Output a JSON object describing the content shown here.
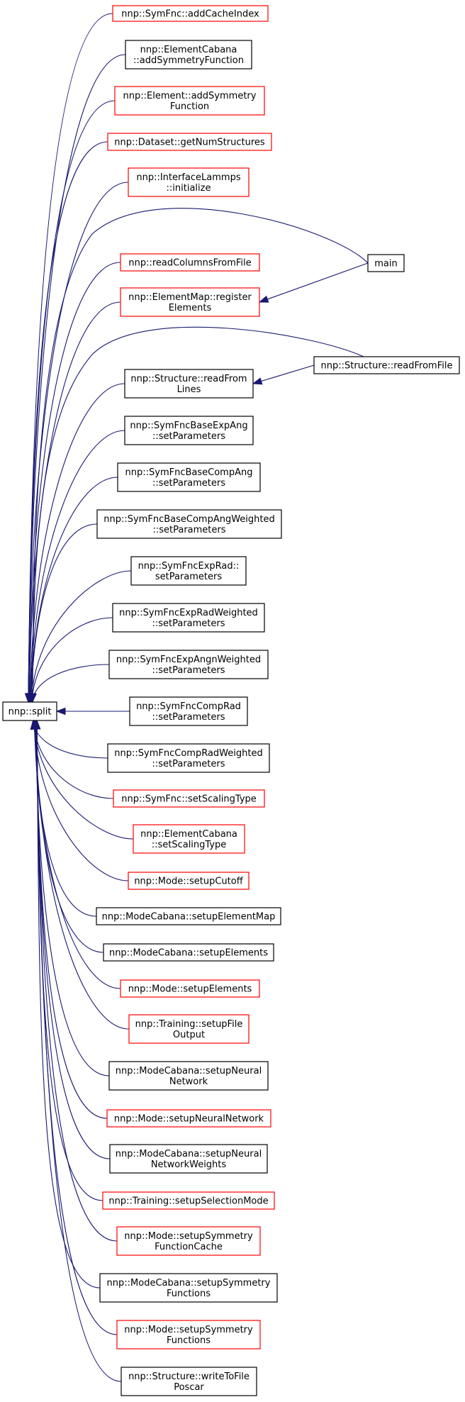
{
  "colors": {
    "edge": "#191970",
    "red_border": "#ff0000",
    "black_border": "#000000",
    "root_fill": "#bfbfbf"
  },
  "root": {
    "id": "split",
    "label": "nnp::split"
  },
  "nodes": [
    {
      "id": "addCacheIndex",
      "lines": [
        "nnp::SymFnc::addCacheIndex"
      ],
      "border": "red"
    },
    {
      "id": "ec_addSymmetryFunction",
      "lines": [
        "nnp::ElementCabana",
        "::addSymmetryFunction"
      ],
      "border": "black"
    },
    {
      "id": "el_addSymmetryFunction",
      "lines": [
        "nnp::Element::addSymmetry",
        "Function"
      ],
      "border": "red"
    },
    {
      "id": "getNumStructures",
      "lines": [
        "nnp::Dataset::getNumStructures"
      ],
      "border": "red"
    },
    {
      "id": "lammps_initialize",
      "lines": [
        "nnp::InterfaceLammps",
        "::initialize"
      ],
      "border": "red"
    },
    {
      "id": "readColumnsFromFile",
      "lines": [
        "nnp::readColumnsFromFile"
      ],
      "border": "red"
    },
    {
      "id": "registerElements",
      "lines": [
        "nnp::ElementMap::register",
        "Elements"
      ],
      "border": "red"
    },
    {
      "id": "readFromLines",
      "lines": [
        "nnp::Structure::readFrom",
        "Lines"
      ],
      "border": "black"
    },
    {
      "id": "sbea_setParameters",
      "lines": [
        "nnp::SymFncBaseExpAng",
        "::setParameters"
      ],
      "border": "black"
    },
    {
      "id": "sbca_setParameters",
      "lines": [
        "nnp::SymFncBaseCompAng",
        "::setParameters"
      ],
      "border": "black"
    },
    {
      "id": "sbcaw_setParameters",
      "lines": [
        "nnp::SymFncBaseCompAngWeighted",
        "::setParameters"
      ],
      "border": "black"
    },
    {
      "id": "ser_setParameters",
      "lines": [
        "nnp::SymFncExpRad::",
        "setParameters"
      ],
      "border": "black"
    },
    {
      "id": "serw_setParameters",
      "lines": [
        "nnp::SymFncExpRadWeighted",
        "::setParameters"
      ],
      "border": "black"
    },
    {
      "id": "seaw_setParameters",
      "lines": [
        "nnp::SymFncExpAngnWeighted",
        "::setParameters"
      ],
      "border": "black"
    },
    {
      "id": "scr_setParameters",
      "lines": [
        "nnp::SymFncCompRad",
        "::setParameters"
      ],
      "border": "black"
    },
    {
      "id": "scrw_setParameters",
      "lines": [
        "nnp::SymFncCompRadWeighted",
        "::setParameters"
      ],
      "border": "black"
    },
    {
      "id": "sf_setScalingType",
      "lines": [
        "nnp::SymFnc::setScalingType"
      ],
      "border": "red"
    },
    {
      "id": "ec_setScalingType",
      "lines": [
        "nnp::ElementCabana",
        "::setScalingType"
      ],
      "border": "red"
    },
    {
      "id": "setupCutoff",
      "lines": [
        "nnp::Mode::setupCutoff"
      ],
      "border": "red"
    },
    {
      "id": "mc_setupElementMap",
      "lines": [
        "nnp::ModeCabana::setupElementMap"
      ],
      "border": "black"
    },
    {
      "id": "mc_setupElements",
      "lines": [
        "nnp::ModeCabana::setupElements"
      ],
      "border": "black"
    },
    {
      "id": "m_setupElements",
      "lines": [
        "nnp::Mode::setupElements"
      ],
      "border": "red"
    },
    {
      "id": "setupFileOutput",
      "lines": [
        "nnp::Training::setupFile",
        "Output"
      ],
      "border": "red"
    },
    {
      "id": "mc_setupNeuralNetwork",
      "lines": [
        "nnp::ModeCabana::setupNeural",
        "Network"
      ],
      "border": "black"
    },
    {
      "id": "m_setupNeuralNetwork",
      "lines": [
        "nnp::Mode::setupNeuralNetwork"
      ],
      "border": "red"
    },
    {
      "id": "mc_setupNeuralNetworkWeights",
      "lines": [
        "nnp::ModeCabana::setupNeural",
        "NetworkWeights"
      ],
      "border": "black"
    },
    {
      "id": "setupSelectionMode",
      "lines": [
        "nnp::Training::setupSelectionMode"
      ],
      "border": "red"
    },
    {
      "id": "setupSymmetryFunctionCache",
      "lines": [
        "nnp::Mode::setupSymmetry",
        "FunctionCache"
      ],
      "border": "red"
    },
    {
      "id": "mc_setupSymmetryFunctions",
      "lines": [
        "nnp::ModeCabana::setupSymmetry",
        "Functions"
      ],
      "border": "black"
    },
    {
      "id": "m_setupSymmetryFunctions",
      "lines": [
        "nnp::Mode::setupSymmetry",
        "Functions"
      ],
      "border": "red"
    },
    {
      "id": "writeToFilePoscar",
      "lines": [
        "nnp::Structure::writeToFile",
        "Poscar"
      ],
      "border": "black"
    },
    {
      "id": "main",
      "lines": [
        "main"
      ],
      "border": "black"
    },
    {
      "id": "readFromFile",
      "lines": [
        "nnp::Structure::readFromFile"
      ],
      "border": "black"
    }
  ],
  "edges": [
    {
      "from": "addCacheIndex",
      "to": "split"
    },
    {
      "from": "ec_addSymmetryFunction",
      "to": "split"
    },
    {
      "from": "el_addSymmetryFunction",
      "to": "split"
    },
    {
      "from": "getNumStructures",
      "to": "split"
    },
    {
      "from": "lammps_initialize",
      "to": "split"
    },
    {
      "from": "main",
      "to": "split"
    },
    {
      "from": "readColumnsFromFile",
      "to": "split"
    },
    {
      "from": "registerElements",
      "to": "split"
    },
    {
      "from": "main",
      "to": "registerElements"
    },
    {
      "from": "readFromFile",
      "to": "split"
    },
    {
      "from": "readFromLines",
      "to": "split"
    },
    {
      "from": "readFromFile",
      "to": "readFromLines"
    },
    {
      "from": "sbea_setParameters",
      "to": "split"
    },
    {
      "from": "sbca_setParameters",
      "to": "split"
    },
    {
      "from": "sbcaw_setParameters",
      "to": "split"
    },
    {
      "from": "ser_setParameters",
      "to": "split"
    },
    {
      "from": "serw_setParameters",
      "to": "split"
    },
    {
      "from": "seaw_setParameters",
      "to": "split"
    },
    {
      "from": "scr_setParameters",
      "to": "split"
    },
    {
      "from": "scrw_setParameters",
      "to": "split"
    },
    {
      "from": "sf_setScalingType",
      "to": "split"
    },
    {
      "from": "ec_setScalingType",
      "to": "split"
    },
    {
      "from": "setupCutoff",
      "to": "split"
    },
    {
      "from": "mc_setupElementMap",
      "to": "split"
    },
    {
      "from": "mc_setupElements",
      "to": "split"
    },
    {
      "from": "m_setupElements",
      "to": "split"
    },
    {
      "from": "setupFileOutput",
      "to": "split"
    },
    {
      "from": "mc_setupNeuralNetwork",
      "to": "split"
    },
    {
      "from": "m_setupNeuralNetwork",
      "to": "split"
    },
    {
      "from": "mc_setupNeuralNetworkWeights",
      "to": "split"
    },
    {
      "from": "setupSelectionMode",
      "to": "split"
    },
    {
      "from": "setupSymmetryFunctionCache",
      "to": "split"
    },
    {
      "from": "mc_setupSymmetryFunctions",
      "to": "split"
    },
    {
      "from": "m_setupSymmetryFunctions",
      "to": "split"
    },
    {
      "from": "writeToFilePoscar",
      "to": "split"
    }
  ]
}
